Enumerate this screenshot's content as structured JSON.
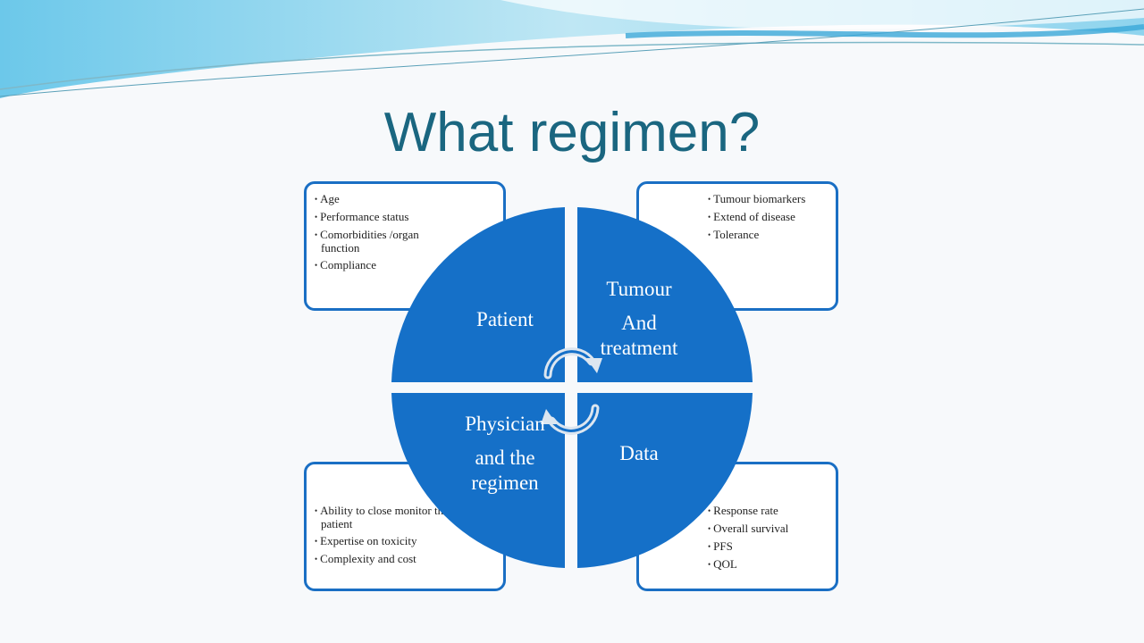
{
  "title": "What regimen?",
  "colors": {
    "title": "#1a6680",
    "quadrant_fill": "#1570c8",
    "box_border": "#1a6fc4",
    "swoosh_light": "#a8dff0",
    "swoosh_dark": "#3aa8d8"
  },
  "quadrants": {
    "top_left": {
      "label": "Patient",
      "items": [
        "Age",
        "Performance status",
        "Comorbidities /organ function",
        "Compliance"
      ]
    },
    "top_right": {
      "label_line1": "Tumour",
      "label_line2": "And treatment",
      "items": [
        "Tumour biomarkers",
        "Extend of disease",
        "Tolerance"
      ]
    },
    "bottom_left": {
      "label_line1": "Physician",
      "label_line2": "and the regimen",
      "items": [
        "Ability to close monitor the patient",
        "Expertise on toxicity",
        "Complexity and cost"
      ]
    },
    "bottom_right": {
      "label": "Data",
      "items": [
        "Response rate",
        "Overall survival",
        "PFS",
        "QOL"
      ]
    }
  },
  "center_icon": "circular-arrows-icon"
}
